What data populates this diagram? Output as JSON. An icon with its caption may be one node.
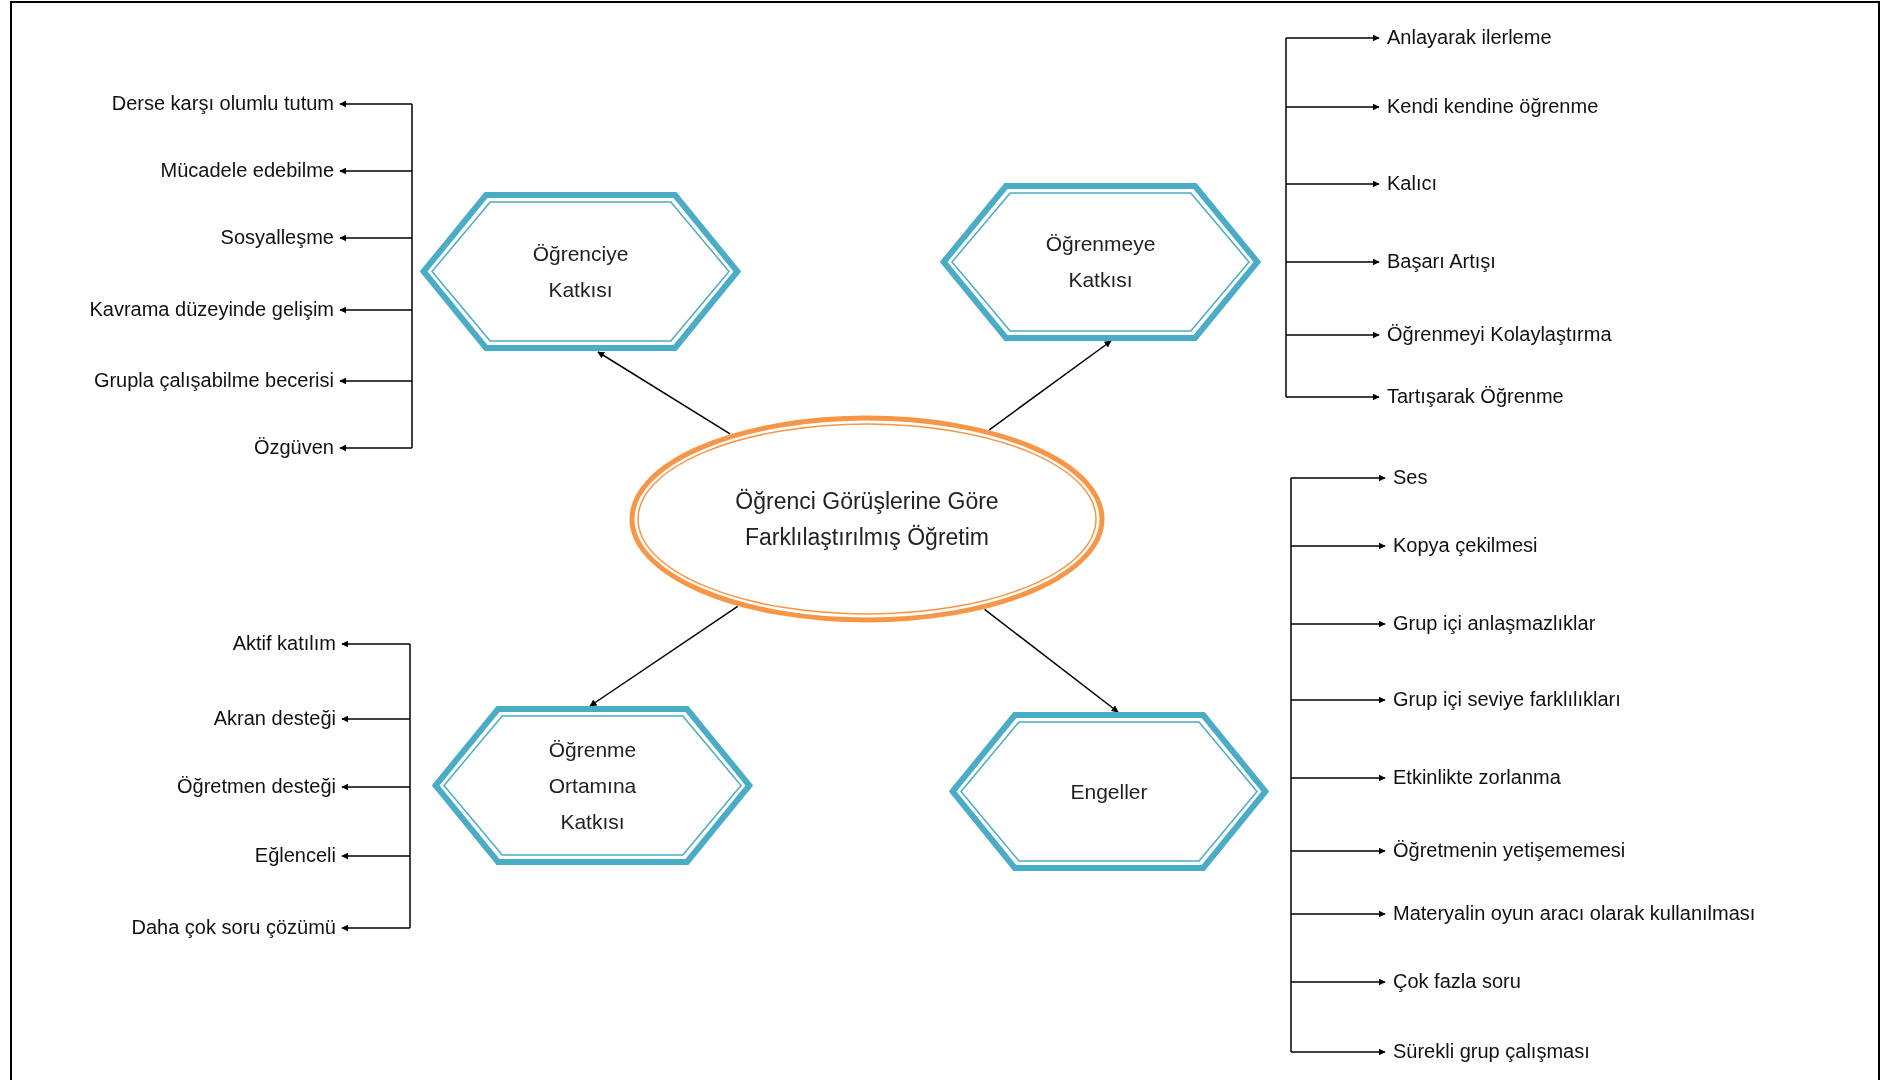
{
  "diagram": {
    "nodes": [
      {
        "text": [
          "Öğrenci Görüşlerine Göre Farklılaştırılmış Öğretim"
        ]
      },
      {
        "text": [
          "Öğrenciye Katkısı"
        ]
      },
      {
        "text": [
          "Öğrenmeye Katkısı"
        ]
      },
      {
        "text": [
          "Öğrenme Ortamına Katkısı"
        ]
      },
      {
        "text": [
          "Engeller"
        ]
      },
      {
        "text": [
          "Derse karşı olumlu tutum"
        ]
      },
      {
        "text": [
          "Mücadele edebilme"
        ]
      },
      {
        "text": [
          "Sosyalleşme"
        ]
      },
      {
        "text": [
          "Kavrama düzeyinde gelişim"
        ]
      },
      {
        "text": [
          "Grupla çalışabilme becerisi"
        ]
      },
      {
        "text": [
          "Özgüven"
        ]
      },
      {
        "text": [
          "Anlayarak ilerleme"
        ]
      },
      {
        "text": [
          "Kendi kendine öğrenme"
        ]
      },
      {
        "text": [
          "Kalıcı"
        ]
      },
      {
        "text": [
          "Başarı Artışı"
        ]
      },
      {
        "text": [
          "Öğrenmeyi Kolaylaştırma"
        ]
      },
      {
        "text": [
          "Tartışarak Öğrenme"
        ]
      },
      {
        "text": [
          "Aktif katılım"
        ]
      },
      {
        "text": [
          "Akran desteği"
        ]
      },
      {
        "text": [
          "Öğretmen desteği"
        ]
      },
      {
        "text": [
          "Eğlenceli"
        ]
      },
      {
        "text": [
          "Daha çok soru çözümü"
        ]
      },
      {
        "text": [
          "Ses"
        ]
      },
      {
        "text": [
          "Kopya çekilmesi"
        ]
      },
      {
        "text": [
          "Grup içi anlaşmazlıklar"
        ]
      },
      {
        "text": [
          "Grup içi seviye farklılıkları"
        ]
      },
      {
        "text": [
          "Etkinlikte zorlanma"
        ]
      },
      {
        "text": [
          "Öğretmenin yetişememesi"
        ]
      },
      {
        "text": [
          "Materyalin oyun aracı olarak kullanılması"
        ]
      },
      {
        "text": [
          "Çok fazla soru"
        ]
      },
      {
        "text": [
          "Sürekli grup çalışması"
        ]
      }
    ],
    "edges": [
      {
        "from": 0,
        "to": 1,
        "arrow": "to"
      },
      {
        "from": 0,
        "to": 2,
        "arrow": "to"
      },
      {
        "from": 0,
        "to": 3,
        "arrow": "to"
      },
      {
        "from": 0,
        "to": 4,
        "arrow": "to"
      },
      {
        "from": null,
        "to": 5,
        "arrow": "to"
      },
      {
        "from": null,
        "to": 6,
        "arrow": "to"
      },
      {
        "from": null,
        "to": 7,
        "arrow": "to"
      },
      {
        "from": null,
        "to": 8,
        "arrow": "to"
      },
      {
        "from": null,
        "to": 9,
        "arrow": "to"
      },
      {
        "from": null,
        "to": 10,
        "arrow": "to"
      },
      {
        "from": null,
        "to": 11,
        "arrow": "to"
      },
      {
        "from": null,
        "to": 12,
        "arrow": "to"
      },
      {
        "from": null,
        "to": 13,
        "arrow": "to"
      },
      {
        "from": null,
        "to": 14,
        "arrow": "to"
      },
      {
        "from": null,
        "to": 15,
        "arrow": "to"
      },
      {
        "from": null,
        "to": 16,
        "arrow": "to"
      },
      {
        "from": null,
        "to": 17,
        "arrow": "to"
      },
      {
        "from": null,
        "to": 18,
        "arrow": "to"
      },
      {
        "from": null,
        "to": 19,
        "arrow": "to"
      },
      {
        "from": null,
        "to": 20,
        "arrow": "to"
      },
      {
        "from": null,
        "to": 21,
        "arrow": "to"
      },
      {
        "from": null,
        "to": 22,
        "arrow": "to"
      },
      {
        "from": null,
        "to": 23,
        "arrow": "to"
      },
      {
        "from": null,
        "to": 24,
        "arrow": "to"
      },
      {
        "from": null,
        "to": 25,
        "arrow": "to"
      },
      {
        "from": null,
        "to": 26,
        "arrow": "to"
      },
      {
        "from": null,
        "to": 27,
        "arrow": "to"
      },
      {
        "from": null,
        "to": 28,
        "arrow": "to"
      },
      {
        "from": null,
        "to": 29,
        "arrow": "to"
      },
      {
        "from": null,
        "to": 30,
        "arrow": "to"
      }
    ]
  }
}
